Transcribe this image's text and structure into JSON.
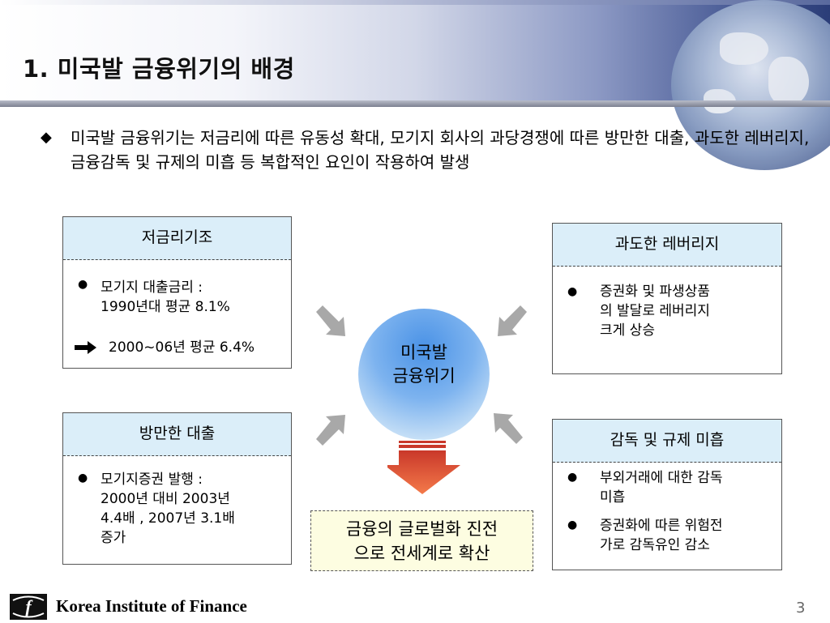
{
  "slide": {
    "title": "1. 미국발 금융위기의 배경",
    "intro_bullet": "미국발 금융위기는 저금리에 따른 유동성 확대, 모기지 회사의 과당경쟁에 따른 방만한 대출, 과도한 레버리지, 금융감독 및 규제의 미흡 등 복합적인 요인이 작용하여 발생",
    "bullet_icon": "diamond-icon",
    "center_label_line1": "미국발",
    "center_label_line2": "금융위기",
    "result_line1": "금융의 글로벌화 진전",
    "result_line2": "으로 전세계로 확산",
    "page_number": "3"
  },
  "boxes": {
    "low_rate": {
      "header": "저금리기조",
      "item1": "모기지 대출금리 :\n1990년대 평균 8.1%",
      "arrow_item": "2000~06년 평균 6.4%"
    },
    "leverage": {
      "header": "과도한 레버리지",
      "item1": "증권화 및 파생상품\n의 발달로 레버리지\n크게 상승"
    },
    "lending": {
      "header": "방만한 대출",
      "item1": "모기지증권 발행 :\n2000년 대비 2003년\n4.4배 , 2007년 3.1배\n증가"
    },
    "regulation": {
      "header": "감독 및 규제 미흡",
      "item1": "부외거래에 대한 감독\n미흡",
      "item2": "증권화에 따른 위험전\n가로 감독유인 감소"
    }
  },
  "footer": {
    "org_name": "Korea Institute of Finance",
    "logo_letter": "f"
  },
  "colors": {
    "box_header_bg": "#dbeef9",
    "result_bg": "#fdfde1",
    "arrow_red": "#e8502f",
    "arrow_grey": "#a8a8a8",
    "circle_blue": "#5a9fe8"
  }
}
